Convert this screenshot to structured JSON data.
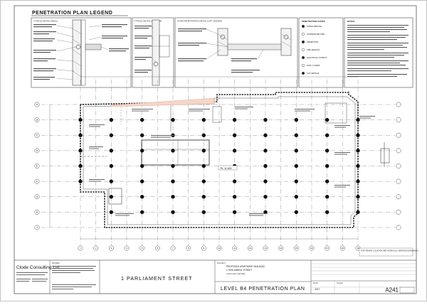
{
  "legend": {
    "title": "PENETRATION PLAN LEGEND",
    "detail_wall": "TYPICAL DETAIL (WALL)",
    "detail_window": "TYPICAL DETAIL (WINDOW)",
    "detail_stair": "STAIR PENETRATION DETAIL (LIFT SHOWN)",
    "codes_title": "PENETRATION CODES",
    "codes": [
      "WATER SERVICE",
      "STORMWATER PIPE",
      "SEWER PIPE",
      "FIRE SERVICE",
      "ELECTRICAL CONDUIT",
      "DATA / COMMS",
      "GAS SERVICE"
    ],
    "notes_title": "NOTES"
  },
  "plan": {
    "grid_letters": [
      "A",
      "B",
      "C",
      "D",
      "E",
      "F",
      "G",
      "H",
      "J"
    ],
    "grid_numbers": [
      "1",
      "2",
      "3",
      "4",
      "5",
      "6",
      "7",
      "8",
      "9",
      "10",
      "11",
      "12",
      "13",
      "14",
      "15",
      "16",
      "17",
      "18",
      "19"
    ],
    "rl_label": "RL 11.600"
  },
  "titleblock": {
    "company": "Clode Consulting Ltd",
    "notes_label": "NOTES:",
    "project_label": "PROJECT",
    "project_name": "1 PARLIAMENT STREET",
    "drawing_title": "LEVEL B4 PENETRATION PLAN",
    "client_line1": "PROPOSED APARTMENT BUILDING",
    "client_line2": "1 PARLIAMENT STREET",
    "client_line3": "AUCKLAND CENTRAL",
    "drawing_no": "A241",
    "scale_label": "SCALE",
    "date_label": "DATE",
    "date_value": "2017",
    "side_note": "FOR TENANT LOCATION SEE HYDRAULIC SERVICES DRAWINGS"
  }
}
